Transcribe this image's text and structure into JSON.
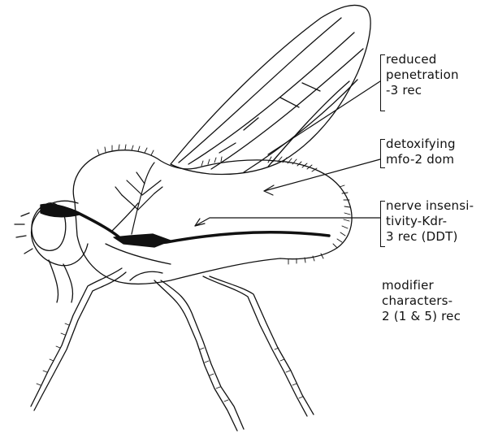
{
  "annotations": {
    "penetration": [
      "reduced",
      "penetration",
      "-3 rec"
    ],
    "detox": [
      "detoxifying",
      "mfo-2 dom"
    ],
    "nerve": [
      "nerve insensi-",
      "tivity-Kdr-",
      "3 rec (DDT)"
    ],
    "modifier": [
      "modifier",
      "characters-",
      "2 (1 & 5) rec"
    ]
  },
  "colors": {
    "ink": "#111111",
    "background": "#ffffff"
  }
}
